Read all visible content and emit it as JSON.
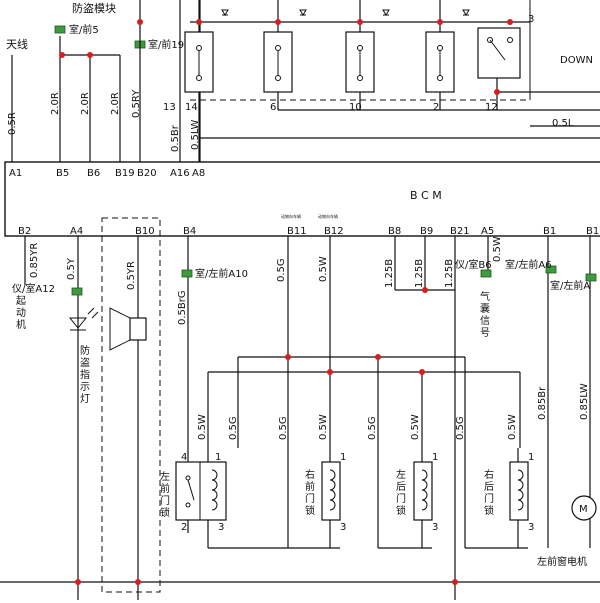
{
  "labels": {
    "antitheft_module": "防盗模块",
    "antenna": "天线",
    "conn_front5": "室/前5",
    "conn_front19": "室/前19",
    "down": "DOWN",
    "bcm": "B  C  M",
    "conn_lf_a10": "室/左前A10",
    "conn_a12": "仪/室A12",
    "starter": "起\n动\n机",
    "antitheft_lamp": "防\n盗\n指\n示\n灯",
    "airbag": "气\n囊\n信\n号",
    "conn_b6": "仪/室B6",
    "conn_a6": "室/左前A6",
    "conn_lf2": "室/左前A",
    "lf_lock": "左\n前\n门\n锁",
    "rf_lock": "右\n前\n门\n锁",
    "lr_lock": "左\n后\n门\n锁",
    "rr_lock": "右\n后\n门\n锁",
    "lf_window_motor": "左前窗电机",
    "motor_symbol": "M",
    "tiny_b11": "动物向车辆",
    "tiny_b12": "动物向车辆"
  },
  "pins_top": [
    "A1",
    "B5",
    "B6",
    "B19",
    "B20",
    "A16",
    "A8"
  ],
  "pins_bottom": [
    "B2",
    "A4",
    "B10",
    "B4",
    "B11",
    "B12",
    "B8",
    "B9",
    "B21",
    "A5",
    "B1",
    "B1"
  ],
  "wires_top": [
    "0.5R",
    "2.0R",
    "2.0R",
    "2.0R",
    "0.5RY",
    "0.5Br",
    "0.5LW"
  ],
  "wires_bottom": [
    "0.85YR",
    "0.5Y",
    "0.5YR",
    "0.5BrG",
    "0.5G",
    "0.5W",
    "1.25B",
    "1.25B",
    "1.25B",
    "0.5W",
    "0.85Br",
    "0.85LW"
  ],
  "wires_locks": [
    "0.5W",
    "0.5G",
    "0.5G",
    "0.5W",
    "0.5G",
    "0.5W",
    "0.5G",
    "0.5W"
  ],
  "wire_05L": "0.5L",
  "relay_pins": [
    "13",
    "14",
    "6",
    "10",
    "2",
    "12",
    "3"
  ],
  "lock_pins": [
    "4",
    "1",
    "2",
    "3",
    "1",
    "3",
    "1",
    "3",
    "1",
    "3"
  ],
  "colors": {
    "junction": "#d61e1e",
    "connector": "#3e9a3e"
  }
}
